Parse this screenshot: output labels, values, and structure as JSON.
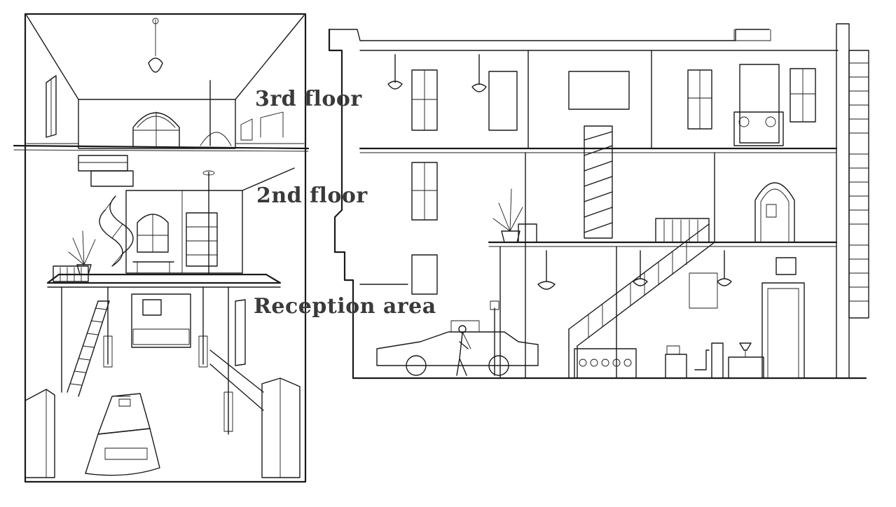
{
  "labels": {
    "third_floor": "3rd floor",
    "second_floor": "2nd floor",
    "reception": "Reception area"
  },
  "colors": {
    "ink": "#1a1a1a",
    "label_text": "#3a3a3a",
    "paper": "#ffffff"
  }
}
